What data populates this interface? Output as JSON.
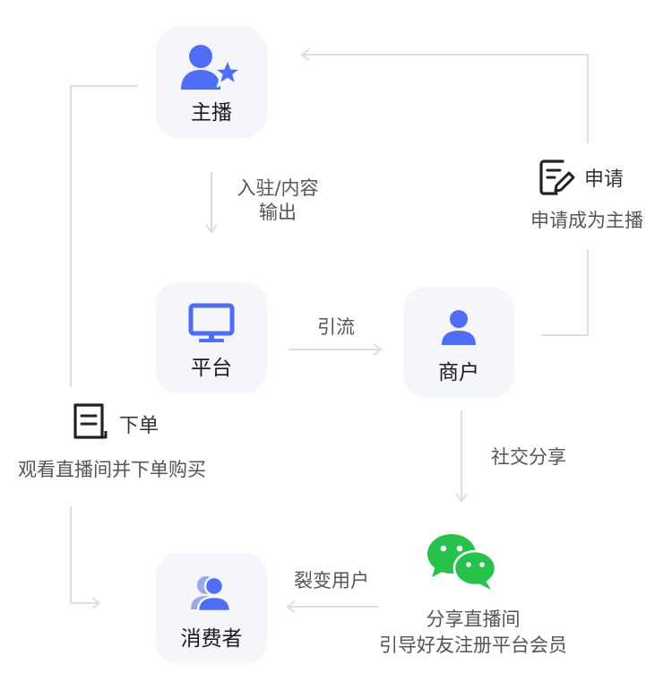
{
  "nodes": {
    "anchor": "主播",
    "platform": "平台",
    "merchant": "商户",
    "consumer": "消费者"
  },
  "edges": {
    "settle_line1": "入驻/内容",
    "settle_line2": "输出",
    "traffic": "引流",
    "share": "社交分享",
    "fission": "裂变用户"
  },
  "apply": {
    "title": "申请",
    "desc": "申请成为主播"
  },
  "order": {
    "title": "下单",
    "desc": "观看直播间并下单购买"
  },
  "wechat": {
    "line1": "分享直播间",
    "line2": "引导好友注册平台会员"
  },
  "colors": {
    "accent": "#4f6ef5",
    "line": "#dedede",
    "node_bg": "#f4f6fb",
    "wechat": "#27c24c"
  },
  "icons": {
    "anchor": "user-star-icon",
    "platform": "monitor-icon",
    "merchant": "user-icon",
    "consumer": "users-icon",
    "apply": "edit-document-icon",
    "order": "document-icon",
    "wechat": "wechat-icon"
  }
}
